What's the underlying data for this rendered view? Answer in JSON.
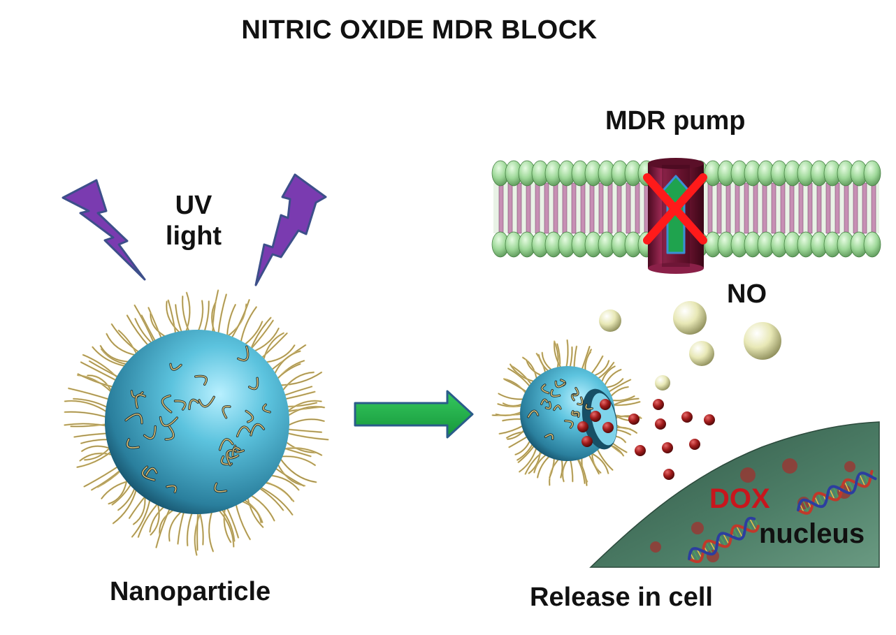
{
  "title": "NITRIC OXIDE MDR BLOCK",
  "labels": {
    "uv_line1": "UV",
    "uv_line2": "light",
    "mdr_pump": "MDR pump",
    "no": "NO",
    "dox": "DOX",
    "nucleus": "nucleus",
    "nanoparticle": "Nanoparticle",
    "release": "Release in cell"
  },
  "colors": {
    "lightning": "#7a3bb0",
    "lightning_edge": "#3d4f8a",
    "particle": "#3aa3c4",
    "hair": "#d8c27a",
    "arrow": "#1fb04a",
    "arrow_edge": "#2a5c8a",
    "lipid_head": "#9fd99a",
    "lipid_tail": "#c78fb4",
    "pump": "#7a1838",
    "block_x": "#ff1a1a",
    "no_sphere": "#eeeec0",
    "dox_drug": "#8b1a1a",
    "nucleus": "#3f6b58",
    "dna_a": "#c0392b",
    "dna_b": "#2c3e9f"
  }
}
